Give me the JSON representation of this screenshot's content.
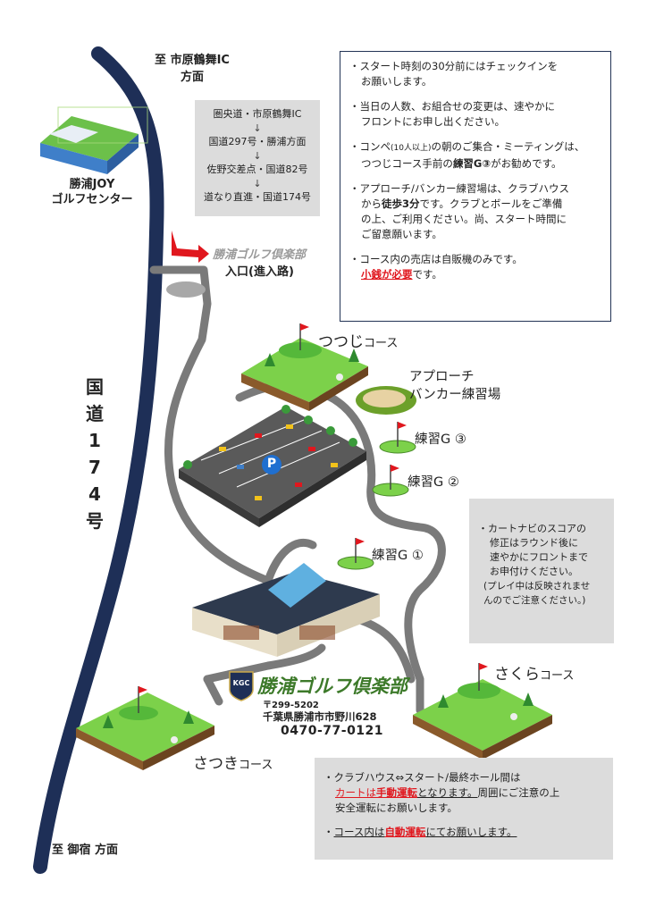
{
  "directions": {
    "top": [
      "至 市原鶴舞IC",
      "方面"
    ],
    "bottom": "至 御宿 方面"
  },
  "route": {
    "steps": [
      "圏央道・市原鶴舞IC",
      "国道297号・勝浦方面",
      "佐野交差点・国道82号",
      "道なり直進・国道174号"
    ],
    "arrow": "↓"
  },
  "joy_center": {
    "line1": "勝浦JOY",
    "line2": "ゴルフセンター"
  },
  "highway": {
    "chars": [
      "国",
      "道",
      "1",
      "7",
      "4",
      "号"
    ]
  },
  "entrance": {
    "club": "勝浦ゴルフ倶楽部",
    "label": "入口(進入路)"
  },
  "notes": {
    "n1a": "・スタート時刻の30分前にはチェックインを",
    "n1b": "お願いします。",
    "n2a": "・当日の人数、お組合せの変更は、速やかに",
    "n2b": "フロントにお申し出ください。",
    "n3a_pre": "・コンペ",
    "n3a_small": "(10人以上)",
    "n3a_post": "の朝のご集合・ミーティングは、",
    "n3b_pre": "つつじコース手前の",
    "n3b_bold": "練習G③",
    "n3b_post": "がお勧めです。",
    "n4a": "・アプローチ/バンカー練習場は、クラブハウス",
    "n4b_pre": "から",
    "n4b_bold": "徒歩3分",
    "n4b_post": "です。クラブとボールをご準備",
    "n4c": "の上、ご利用ください。尚、スタート時間に",
    "n4d": "ご留意願います。",
    "n5a": "・コース内の売店は自販機のみです。",
    "n5b_red": "小銭が必要",
    "n5b_post": "です。"
  },
  "courses": {
    "tsutsuji": {
      "name": "つつじ",
      "suffix": "コース"
    },
    "satsuki": {
      "name": "さつき",
      "suffix": "コース"
    },
    "sakura": {
      "name": "さくら",
      "suffix": "コース"
    }
  },
  "practice": {
    "approach_line1": "アプローチ",
    "approach_line2": "バンカー練習場",
    "g3": "練習G ③",
    "g2": "練習G ②",
    "g1": "練習G ①"
  },
  "parking_symbol": "P",
  "cart_note": {
    "l1": "・カートナビのスコアの",
    "l2": "修正はラウンド後に",
    "l3": "速やかにフロントまで",
    "l4": "お申付けください。",
    "l5": "(プレイ中は反映されませ",
    "l6": "んのでご注意ください。)"
  },
  "club": {
    "logo": "KGC",
    "name": "勝浦ゴルフ倶楽部",
    "zip": "〒299-5202",
    "address": "千葉県勝浦市市野川628",
    "tel": "0470-77-0121"
  },
  "bottom_note": {
    "l1": "・クラブハウス⇔スタート/最終ホール間は",
    "l2_red1": "カートは",
    "l2_red2": "手動運転",
    "l2_mid": "となります。",
    "l2_post": "周囲にご注意の上",
    "l3": "安全運転にお願いします。",
    "l4_pre": "・",
    "l4_ul": "コース内は",
    "l4_red": "自動運転",
    "l4_post": "にてお願いします。"
  },
  "colors": {
    "highway": "#1e2f57",
    "road": "#7a7a7a",
    "grass": "#7cd14a",
    "grass_side": "#8a5a2b",
    "accent_red": "#e0171e",
    "club_green": "#3d7a2a",
    "box_gray": "#dcdcdc"
  }
}
